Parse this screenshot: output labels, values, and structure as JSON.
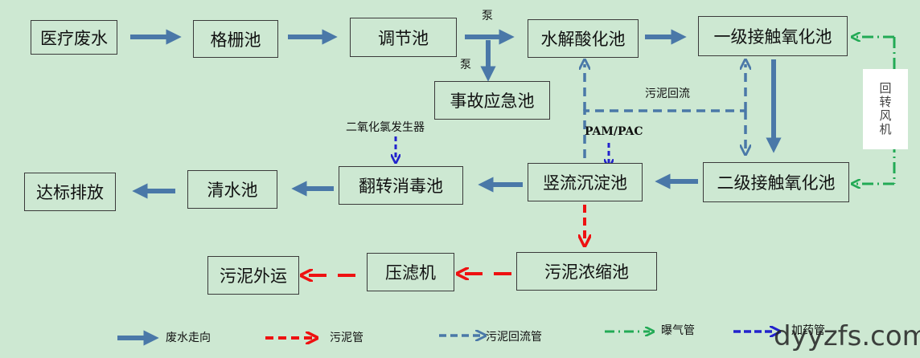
{
  "boxes": {
    "medical_wastewater": "医疗废水",
    "grid_tank": "格栅池",
    "equalization_tank": "调节池",
    "hydrolysis_tank": "水解酸化池",
    "primary_contact_oxidation": "一级接触氧化池",
    "emergency_tank": "事故应急池",
    "secondary_contact_oxidation": "二级接触氧化池",
    "vertical_settling_tank": "竖流沉淀池",
    "flip_disinfection_tank": "翻转消毒池",
    "clear_water_tank": "清水池",
    "discharge": "达标排放",
    "sludge_thickener": "污泥浓缩池",
    "filter_press": "压滤机",
    "sludge_transport": "污泥外运"
  },
  "labels": {
    "pump_1": "泵",
    "pump_2": "泵",
    "sludge_return": "污泥回流",
    "pam_pac": "PAM/PAC",
    "chlorine_dioxide": "二氧化氯发生器",
    "blower": [
      "回",
      "转",
      "风",
      "机"
    ]
  },
  "legend": {
    "wastewater": "废水走向",
    "sludge": "污泥管",
    "sludge_return": "污泥回流管",
    "aeration": "曝气管",
    "dosing": "加药管"
  },
  "colors": {
    "wastewater": "#4a78a8",
    "sludge": "#ee1111",
    "aeration": "#22aa55",
    "dosing": "#2222cc",
    "background": "#cde8d2"
  },
  "watermark": "dyyzfs.com"
}
